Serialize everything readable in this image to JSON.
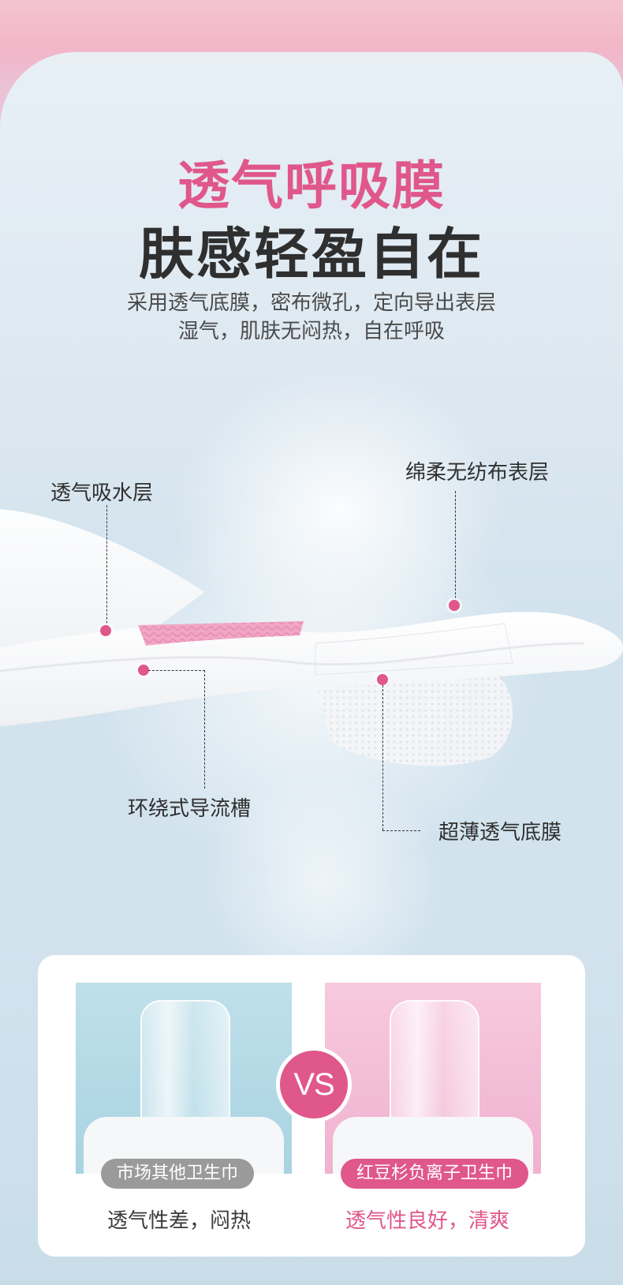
{
  "headline": {
    "title_pink": "透气呼吸膜",
    "title_dark": "肤感轻盈自在",
    "desc_line1": "采用透气底膜，密布微孔，定向导出表层",
    "desc_line2": "湿气，肌肤无闷热，自在呼吸"
  },
  "diagram": {
    "label_absorb": "透气吸水层",
    "label_surface": "绵柔无纺布表层",
    "label_channel": "环绕式导流槽",
    "label_film": "超薄透气底膜"
  },
  "compare": {
    "vs": "VS",
    "left_tag": "市场其他卫生巾",
    "left_verdict": "透气性差，闷热",
    "right_tag": "红豆杉负离子卫生巾",
    "right_verdict": "透气性良好，清爽"
  },
  "colors": {
    "accent": "#e0578b",
    "dark_text": "#2f2f2f",
    "grey_tag": "#9a9a9a"
  }
}
